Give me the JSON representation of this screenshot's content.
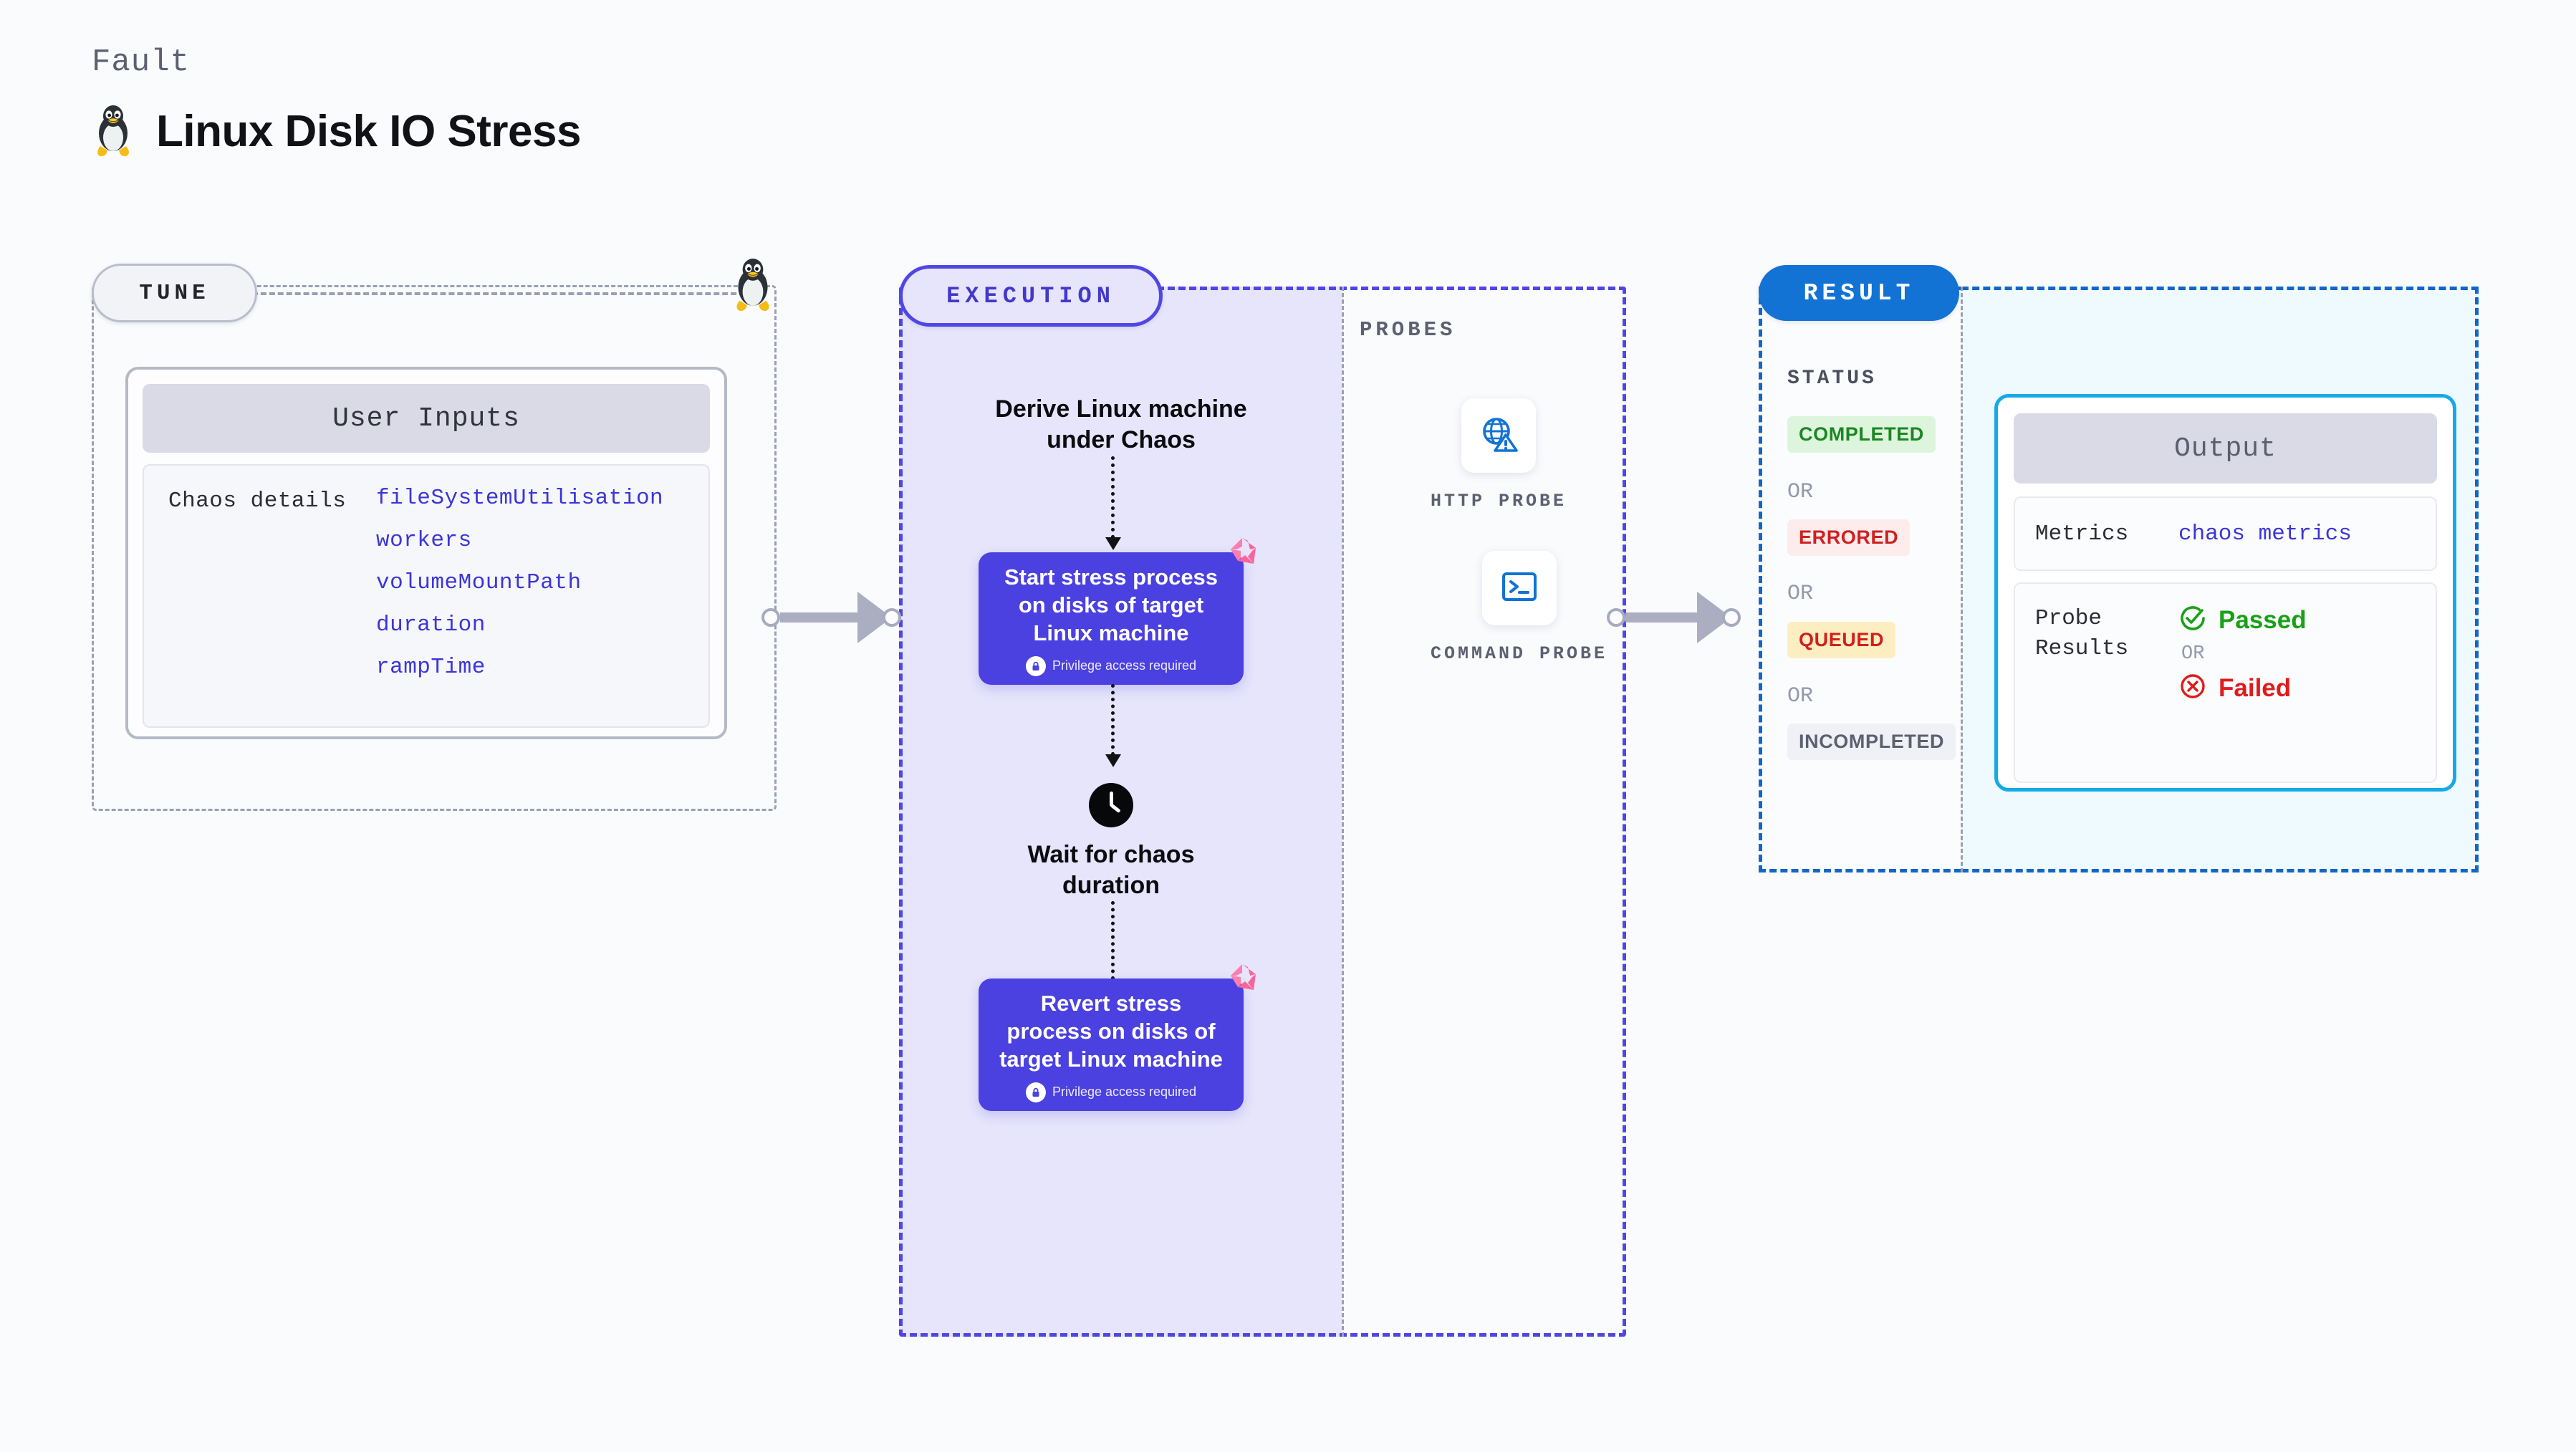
{
  "header": {
    "kicker": "Fault",
    "title": "Linux Disk IO Stress",
    "icon": "linux-tux-icon"
  },
  "tune": {
    "pill_label": "TUNE",
    "edge_icon": "linux-tux-icon",
    "card": {
      "header": "User Inputs",
      "group_label": "Chaos details",
      "params": [
        "fileSystemUtilisation",
        "workers",
        "volumeMountPath",
        "duration",
        "rampTime"
      ]
    }
  },
  "connectors": [
    {
      "name": "tune-to-execution",
      "icon": "arrow-right-icon"
    },
    {
      "name": "probes-to-result",
      "icon": "arrow-right-icon"
    }
  ],
  "execution": {
    "pill_label": "EXECUTION",
    "steps": [
      {
        "id": "derive",
        "label": "Derive Linux machine under Chaos",
        "type": "text"
      },
      {
        "id": "start",
        "label": "Start stress process on disks of target Linux machine",
        "type": "chaos-node",
        "badge": "Privilege access required",
        "badge_icon": "lock-icon",
        "corner_icon": "litmus-logo-icon"
      },
      {
        "id": "wait",
        "label": "Wait for chaos duration",
        "type": "wait",
        "icon": "clock-icon"
      },
      {
        "id": "revert",
        "label": "Revert stress process on disks of target Linux machine",
        "type": "chaos-node",
        "badge": "Privilege access required",
        "badge_icon": "lock-icon",
        "corner_icon": "litmus-logo-icon"
      }
    ]
  },
  "probes": {
    "section_label": "PROBES",
    "items": [
      {
        "label": "HTTP PROBE",
        "icon": "globe-warning-icon"
      },
      {
        "label": "COMMAND PROBE",
        "icon": "terminal-icon"
      }
    ]
  },
  "result": {
    "pill_label": "RESULT",
    "status_label": "STATUS",
    "or_label": "OR",
    "statuses": [
      {
        "label": "COMPLETED",
        "bg": "#ddf5dd",
        "fg": "#1b8723"
      },
      {
        "label": "ERRORED",
        "bg": "#fdecec",
        "fg": "#cf2020"
      },
      {
        "label": "QUEUED",
        "bg": "#fdeec1",
        "fg": "#cf2020"
      },
      {
        "label": "INCOMPLETED",
        "bg": "#f0f1f6",
        "fg": "#5c6070"
      }
    ]
  },
  "output": {
    "header": "Output",
    "metrics_label": "Metrics",
    "metrics_value": "chaos metrics",
    "probe_results_label": "Probe Results",
    "or_label": "OR",
    "passed_label": "Passed",
    "failed_label": "Failed",
    "passed_icon": "check-circle-icon",
    "failed_icon": "x-circle-icon"
  },
  "colors": {
    "page_bg": "#fafbfd",
    "accent_indigo": "#4b40e0",
    "accent_blue": "#1273d4",
    "accent_cyan": "#16a9e8",
    "param_blue": "#3c35d8",
    "litmus_pink": "#f9649a"
  }
}
